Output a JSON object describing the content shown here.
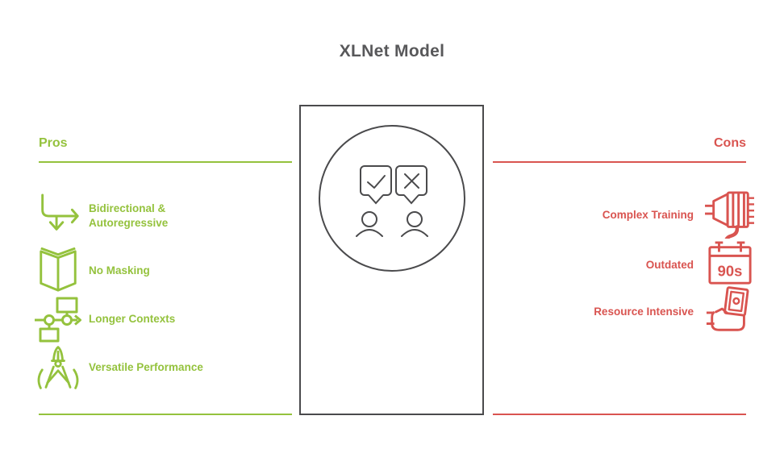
{
  "title": "XLNet Model",
  "colors": {
    "pros_green": "#94C23D",
    "cons_red": "#D95450",
    "figure_gray": "#4A4A4C",
    "title_gray": "#58585A",
    "background": "#FFFFFF"
  },
  "pros": {
    "heading": "Pros",
    "items": [
      {
        "label": "Bidirectional & Autoregressive",
        "icon": "branching-arrows-icon"
      },
      {
        "label": "No Masking",
        "icon": "open-book-icon"
      },
      {
        "label": "Longer Contexts",
        "icon": "flowchart-nodes-icon"
      },
      {
        "label": "Versatile Performance",
        "icon": "multitool-icon"
      }
    ]
  },
  "cons": {
    "heading": "Cons",
    "items": [
      {
        "label": "Complex Training",
        "icon": "plug-cable-icon"
      },
      {
        "label": "Outdated",
        "icon": "calendar-icon",
        "icon_text": "90s"
      },
      {
        "label": "Resource Intensive",
        "icon": "hand-holding-money-icon"
      }
    ]
  },
  "center_figure": {
    "icons": [
      "approve-speech-bubble-icon",
      "reject-speech-bubble-icon",
      "person-icon",
      "person-icon"
    ]
  }
}
